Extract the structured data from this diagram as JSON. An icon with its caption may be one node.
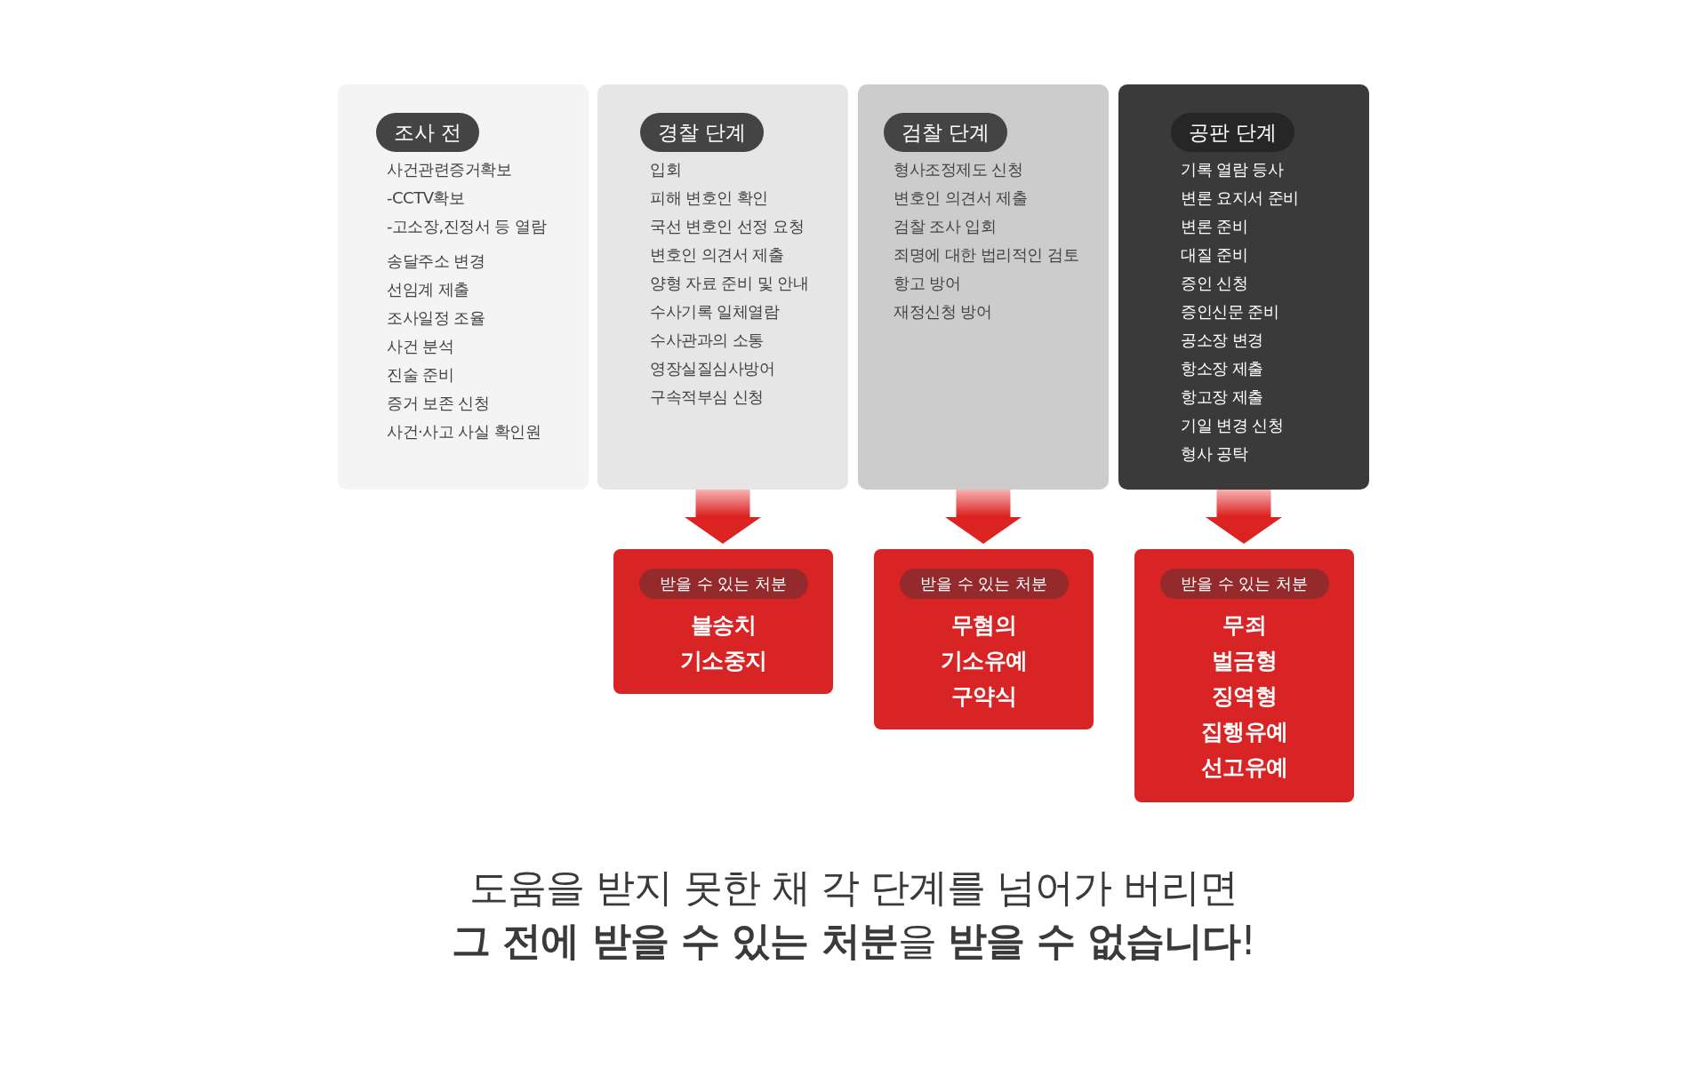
{
  "diagram": {
    "nodes": [
      {
        "text": [
          "조사 전",
          "사건관련증거확보",
          "-CCTV확보",
          "-고소장,진정서 등 열람",
          "송달주소 변경",
          "선임계 제출",
          "조사일정 조율",
          "사건 분석",
          "진술 준비",
          "증거 보존 신청",
          "사건·사고 사실 확인원"
        ]
      },
      {
        "text": [
          "경찰 단계",
          "입회",
          "피해 변호인 확인",
          "국선 변호인 선정 요청",
          "변호인 의견서 제출",
          "양형 자료 준비 및 안내",
          "수사기록 일체열람",
          "수사관과의 소통",
          "영장실질심사방어",
          "구속적부심 신청"
        ]
      },
      {
        "text": [
          "검찰 단계",
          "형사조정제도 신청",
          "변호인 의견서 제출",
          "검찰 조사 입회",
          "죄명에 대한 법리적인 검토",
          "항고 방어",
          "재정신청 방어"
        ]
      },
      {
        "text": [
          "공판 단계",
          "기록 열람 등사",
          "변론 요지서 준비",
          "변론 준비",
          "대질 준비",
          "증인 신청",
          "증인신문 준비",
          "공소장 변경",
          "항소장 제출",
          "항고장 제출",
          "기일 변경 신청",
          "형사 공탁"
        ]
      },
      {
        "text": [
          "받을 수 있는 처분",
          "불송치",
          "기소중지"
        ]
      },
      {
        "text": [
          "받을 수 있는 처분",
          "무혐의",
          "기소유예",
          "구약식"
        ]
      },
      {
        "text": [
          "받을 수 있는 처분",
          "무죄",
          "벌금형",
          "징역형",
          "집행유예",
          "선고유예"
        ]
      }
    ],
    "edges": [
      {
        "from": 1,
        "to": 4,
        "arrow": "to",
        "style": "thick"
      },
      {
        "from": 2,
        "to": 5,
        "arrow": "to",
        "style": "thick"
      },
      {
        "from": 3,
        "to": 6,
        "arrow": "to",
        "style": "thick"
      }
    ],
    "labels": [
      "도움을 받지 못한 채 각 단계를 넘어가 버리면",
      "**그 전에 받을 수 있는 처분**을 **받을 수 없습니다**!"
    ]
  }
}
